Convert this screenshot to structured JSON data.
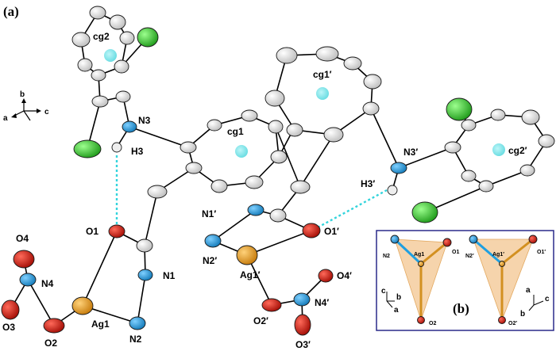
{
  "panel_a_label": "(a)",
  "panel_b_label": "(b)",
  "colors": {
    "carbon": "#e6e6e6",
    "nitrogen": "#1f9fe0",
    "oxygen": "#d3190f",
    "silver": "#f0a21e",
    "chlorine": "#3fd23a",
    "hydrogen": "#e8e8e8",
    "centroid": "#7ee5ea",
    "hbond": "#33d4dc",
    "inset_border": "#2a2a8a",
    "polyhedron": "#f3c590"
  },
  "labels": {
    "cg2": "cg2",
    "cg1": "cg1",
    "cg1p": "cg1′",
    "cg2p": "cg2′",
    "N3": "N3",
    "H3": "H3",
    "O1": "O1",
    "N1": "N1",
    "N2": "N2",
    "Ag1": "Ag1",
    "O4": "O4",
    "N4": "N4",
    "O3": "O3",
    "O2": "O2",
    "N3p": "N3′",
    "H3p": "H3′",
    "N1p": "N1′",
    "N2p": "N2′",
    "O1p": "O1′",
    "Ag1p": "Ag1′",
    "O4p": "O4′",
    "N4p": "N4′",
    "O2p": "O2′",
    "O3p": "O3′"
  },
  "axes_a": {
    "a": "a",
    "b": "b",
    "c": "c"
  },
  "inset": {
    "left": {
      "N2": "N2",
      "Ag1": "Ag1",
      "O1": "O1",
      "O2": "O2"
    },
    "right": {
      "N2p": "N2′",
      "Ag1p": "Ag1′",
      "O1p": "O1′",
      "O2p": "O2′"
    },
    "axes_left": {
      "c": "c",
      "b": "b",
      "a": "a"
    },
    "axes_right": {
      "a": "a",
      "b": "b",
      "c": "c"
    }
  }
}
